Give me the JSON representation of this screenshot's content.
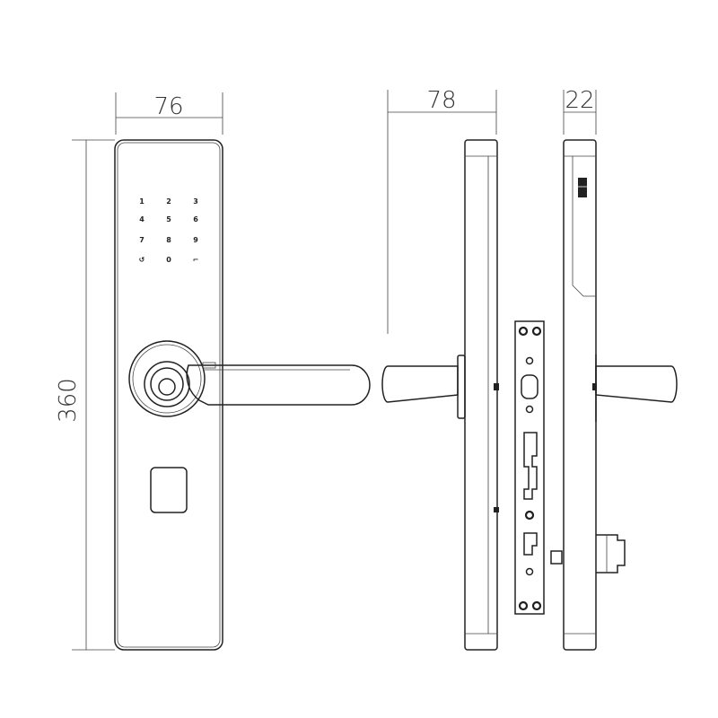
{
  "dimensions": {
    "front_width": "76",
    "side_depth": "78",
    "edge_thickness": "22",
    "height": "360"
  },
  "keypad": {
    "keys": [
      "1",
      "2",
      "3",
      "4",
      "5",
      "6",
      "7",
      "8",
      "9",
      "↺",
      "0",
      "⌐"
    ]
  },
  "colors": {
    "line": "#222222",
    "dimension": "#555555",
    "background": "#ffffff"
  }
}
